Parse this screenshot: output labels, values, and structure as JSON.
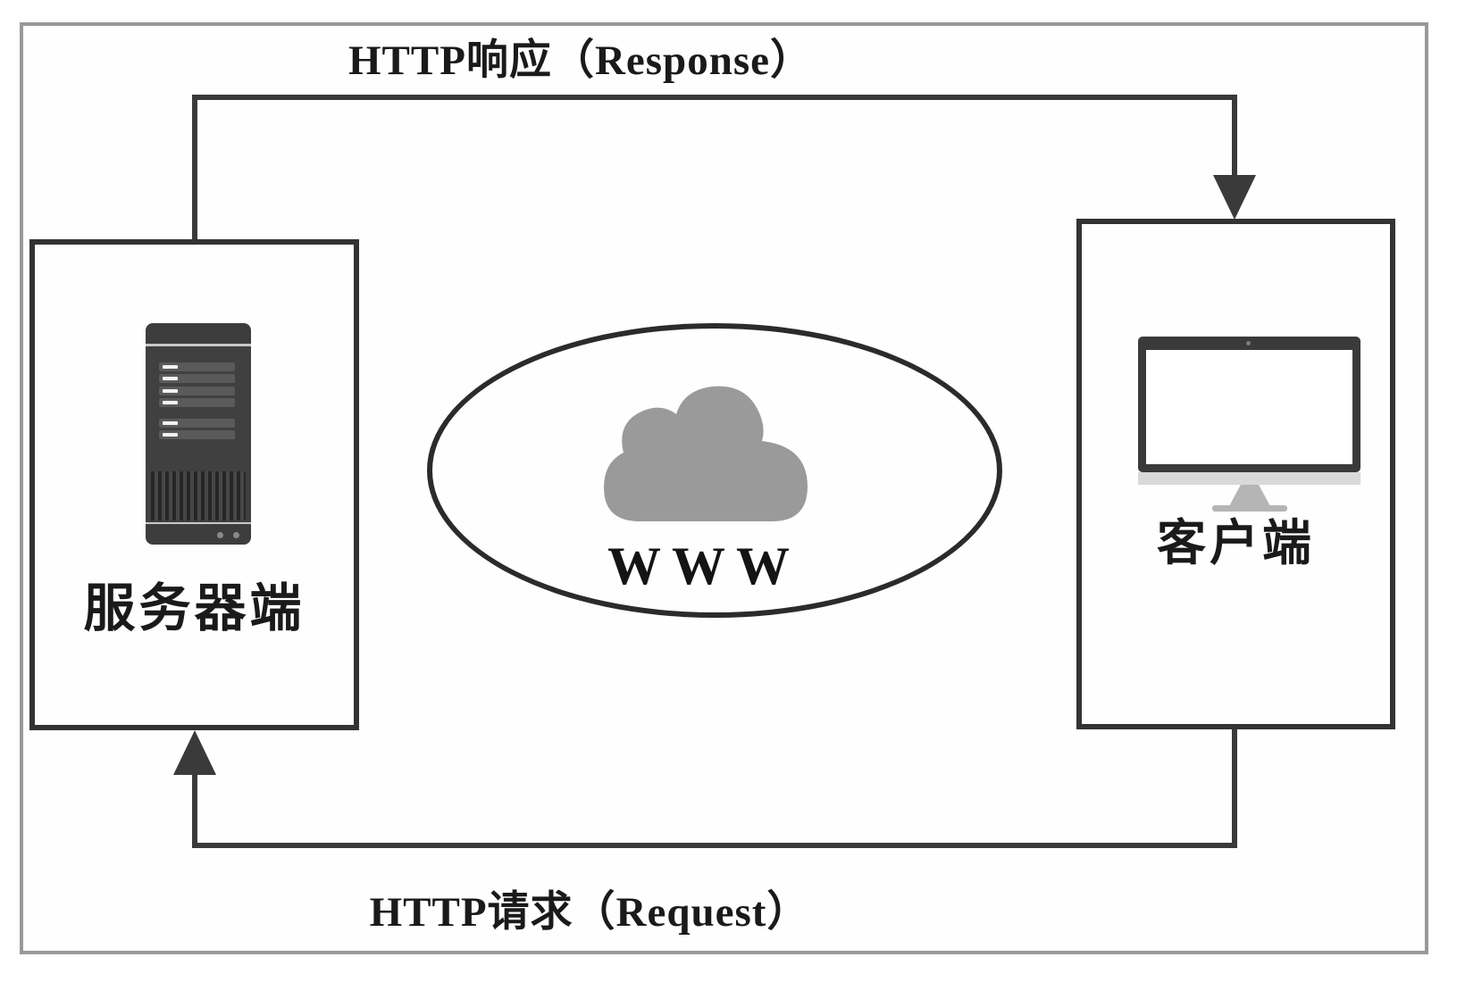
{
  "diagram": {
    "title_top": "HTTP响应（Response）",
    "title_bottom": "HTTP请求（Request）",
    "server": {
      "label": "服务器端",
      "icon": "server-tower-icon"
    },
    "client": {
      "label": "客户端",
      "icon": "desktop-monitor-icon"
    },
    "network": {
      "label": "WWW",
      "icon": "cloud-icon"
    },
    "arrows": [
      {
        "name": "response-arrow",
        "from": "服务器端",
        "to": "客户端",
        "label": "HTTP响应（Response）",
        "direction": "server-to-client"
      },
      {
        "name": "request-arrow",
        "from": "客户端",
        "to": "服务器端",
        "label": "HTTP请求（Request）",
        "direction": "client-to-server"
      }
    ],
    "colors": {
      "line": "#3a3a3a",
      "box_border": "#333333",
      "ellipse_border": "#2b2b2b",
      "cloud": "#9a9a9a",
      "outer_frame": "#999999",
      "text": "#1a1a1a",
      "monitor_chin": "#d9d9d9",
      "monitor_stand": "#b5b5b5",
      "background": "#ffffff"
    }
  }
}
